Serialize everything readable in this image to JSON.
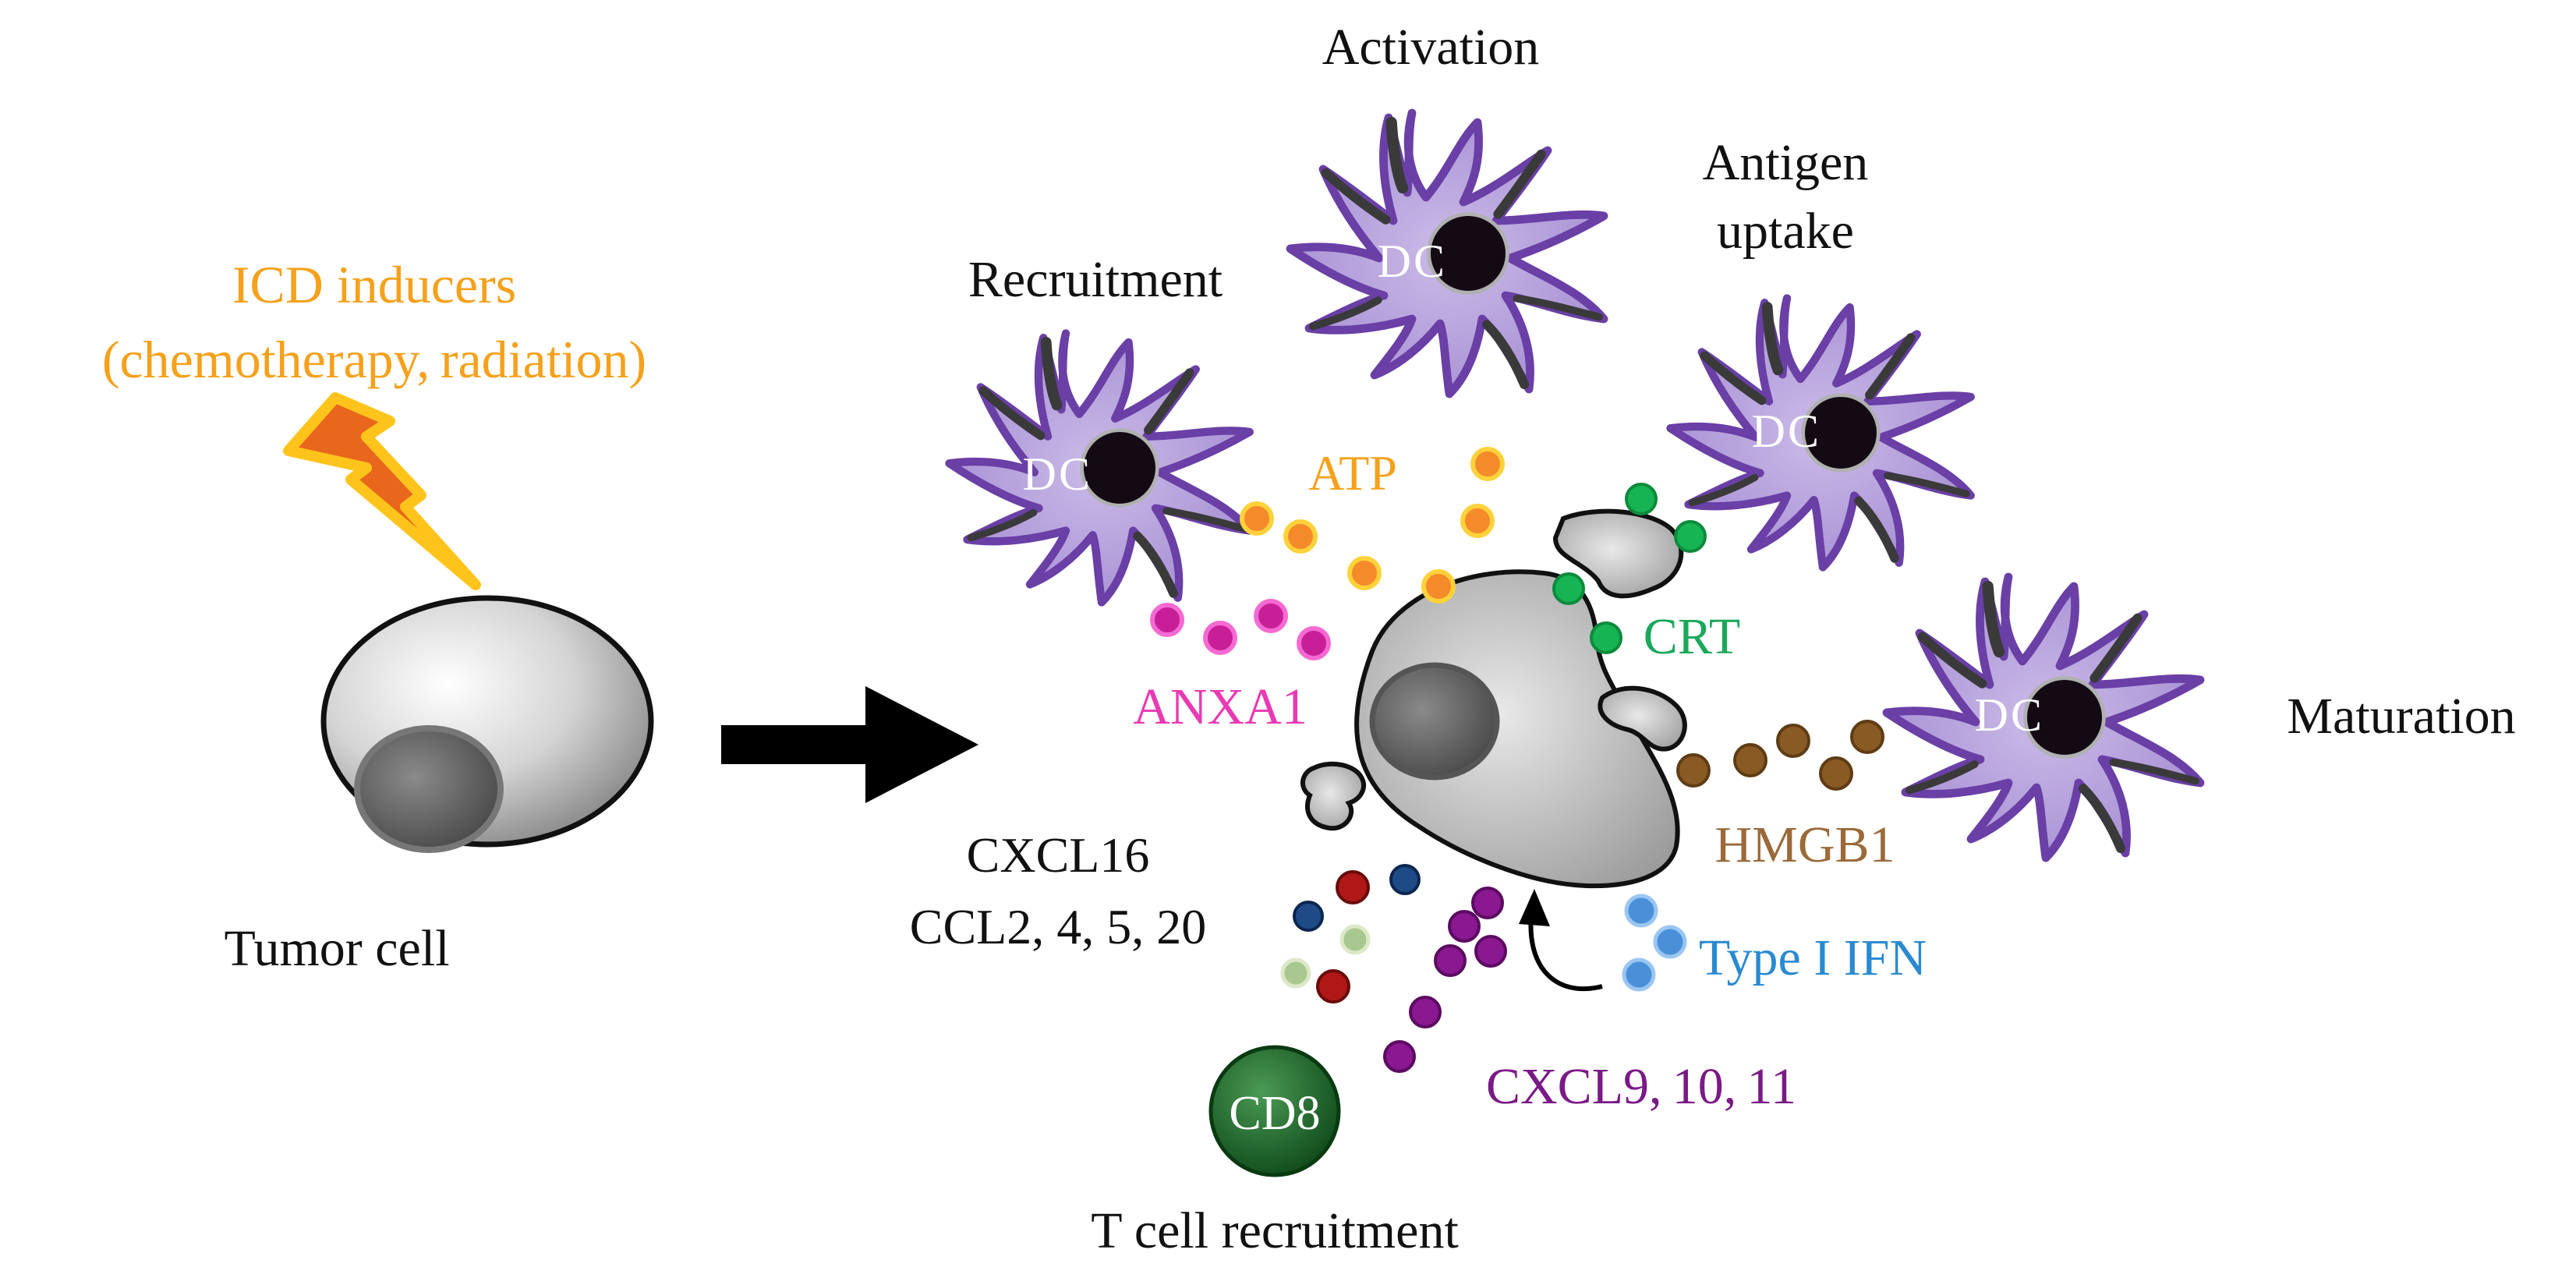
{
  "figure": {
    "induction": {
      "line1": "ICD inducers",
      "line2": "(chemotherapy, radiation)",
      "color": "#f5a11c"
    },
    "tumor_cell_label": "Tumor cell",
    "dc_label": {
      "d": "D",
      "c": "C"
    },
    "stage_labels": {
      "recruitment": "Recruitment",
      "activation": "Activation",
      "antigen_line1": "Antigen",
      "antigen_line2": "uptake",
      "maturation": "Maturation",
      "t_cell": "T cell recruitment"
    },
    "signals": {
      "atp": {
        "label": "ATP",
        "color": "#f5a11c",
        "dot": "#f58a2a"
      },
      "anxa1": {
        "label": "ANXA1",
        "color": "#e83ab4",
        "dot": "#d62aa8"
      },
      "crt": {
        "label": "CRT",
        "color": "#1aa85a",
        "dot": "#17b454"
      },
      "hmgb1": {
        "label": "HMGB1",
        "color": "#9a6a3a",
        "dot": "#8a5a24"
      },
      "type1ifn": {
        "label": "Type I IFN",
        "color": "#2a8ad0",
        "dot": "#4a90d8"
      },
      "cxcl9": {
        "label": "CXCL9, 10, 11",
        "color": "#7a1a86",
        "dot": "#8a1890"
      },
      "chemokines": {
        "line1": "CXCL16",
        "line2": "CCL2, 4, 5, 20",
        "color": "#111111"
      }
    },
    "cd8_label": "CD8",
    "colors": {
      "dc_body": "#b9a6dc",
      "dc_outline": "#6a3fa6",
      "cd8": "#1f6a2c"
    }
  }
}
